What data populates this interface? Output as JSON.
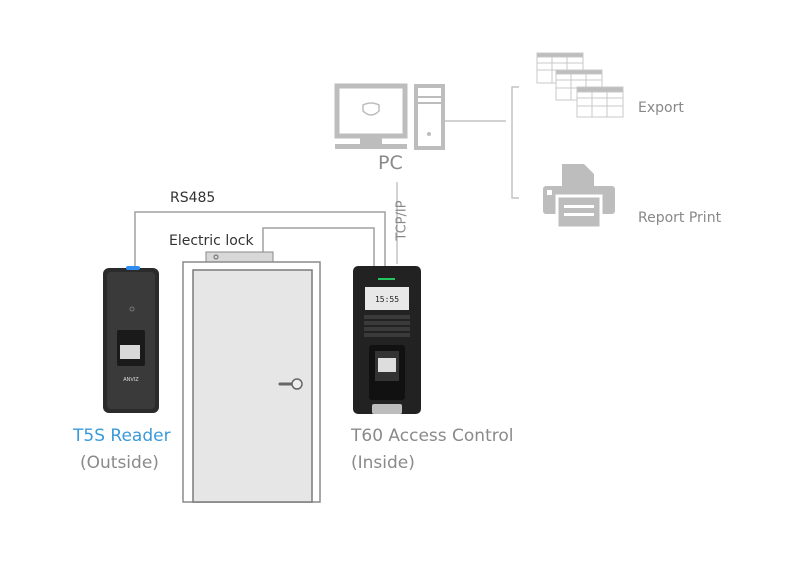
{
  "pc": {
    "label": "PC",
    "connection_label": "TCP/IP"
  },
  "outputs": [
    {
      "label": "Export",
      "icon": "spreadsheet-icon"
    },
    {
      "label": "Report Print",
      "icon": "printer-icon"
    }
  ],
  "wiring": {
    "rs485_label": "RS485",
    "lock_label": "Electric lock"
  },
  "reader": {
    "name": "T5S Reader",
    "location": "(Outside)",
    "brand": "ANVIZ",
    "color": "#3a9ad9"
  },
  "controller": {
    "name": "T60 Access Control",
    "location": "(Inside)",
    "screen_time": "15:55"
  },
  "colors": {
    "lines": "#9a9a9a",
    "device": "#2b2b2b",
    "icons": "#bdbdbd",
    "led_blue": "#2f8cf0",
    "led_green": "#22c55e"
  }
}
